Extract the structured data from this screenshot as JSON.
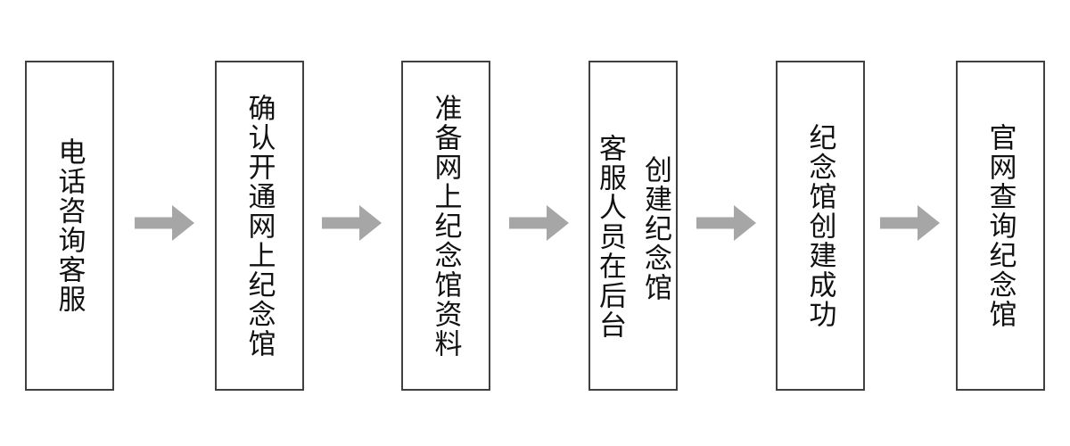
{
  "flowchart": {
    "description": "Process flow for creating an online memorial hall",
    "direction": "left-to-right",
    "steps": [
      {
        "id": 1,
        "lines": [
          "电话咨询客服"
        ]
      },
      {
        "id": 2,
        "lines": [
          "确认开通网上纪念馆"
        ]
      },
      {
        "id": 3,
        "lines": [
          "准备网上纪念馆资料"
        ]
      },
      {
        "id": 4,
        "lines": [
          "客服人员在后台",
          "创建纪念馆"
        ]
      },
      {
        "id": 5,
        "lines": [
          "纪念馆创建成功"
        ]
      },
      {
        "id": 6,
        "lines": [
          "官网查询纪念馆"
        ]
      }
    ],
    "connector": "right-block-arrow",
    "colors": {
      "background": "#ffffff",
      "box_border": "#404040",
      "text": "#111111",
      "arrow": "#a6a6a6"
    }
  }
}
